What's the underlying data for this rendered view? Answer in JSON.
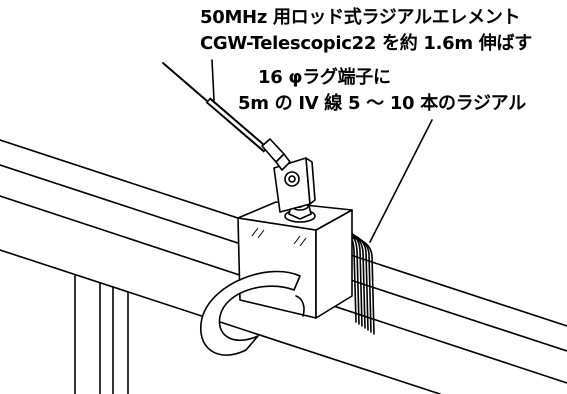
{
  "annotations": {
    "rod_element": [
      "50MHz 用ロッド式ラジアルエレメント",
      "CGW-Telescopic22 を約 1.6m 伸ばす"
    ],
    "radials": [
      "16 φラグ端子に",
      "5m の IV 線 5 ～ 10 本のラジアル"
    ]
  },
  "colors": {
    "line": "#000000",
    "background": "#ffffff"
  }
}
